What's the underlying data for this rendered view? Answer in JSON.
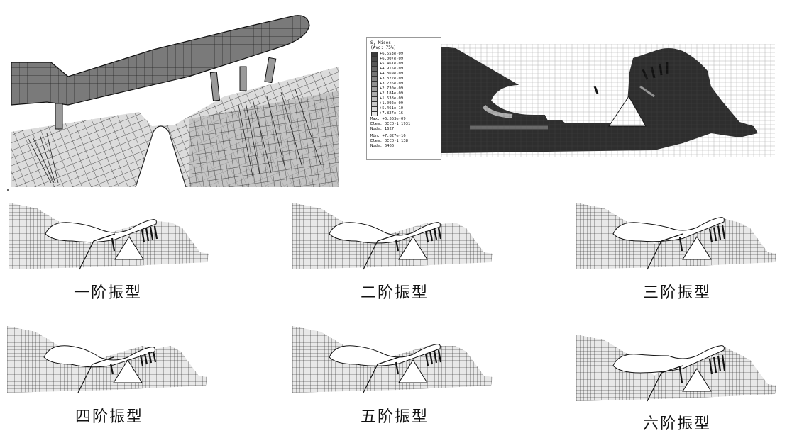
{
  "legend": {
    "title_line1": "S, Mises",
    "title_line2": "(Avg: 75%)",
    "values": [
      "+6.553e-09",
      "+6.007e-09",
      "+5.461e-09",
      "+4.915e-09",
      "+4.369e-09",
      "+3.822e-09",
      "+3.276e-09",
      "+2.730e-09",
      "+2.184e-09",
      "+1.638e-09",
      "+1.092e-09",
      "+5.461e-10",
      "+7.827e-16"
    ],
    "max_line": "Max: +6.553e-09",
    "max_elem": "Elem: OCCO-1.1931",
    "max_node": "Node: 1627",
    "min_line": "Min: +7.827e-16",
    "min_elem": "Elem: OCCO-1.138",
    "min_node": "Node: 6466"
  },
  "modes": [
    {
      "label": "一阶振型"
    },
    {
      "label": "二阶振型"
    },
    {
      "label": "三阶振型"
    },
    {
      "label": "四阶振型"
    },
    {
      "label": "五阶振型"
    },
    {
      "label": "六阶振型"
    }
  ],
  "colors": {
    "mesh_light": "#e6e6e6",
    "mesh_mid": "#9a9a9a",
    "mesh_dark": "#333333",
    "grid_line": "#222222"
  }
}
